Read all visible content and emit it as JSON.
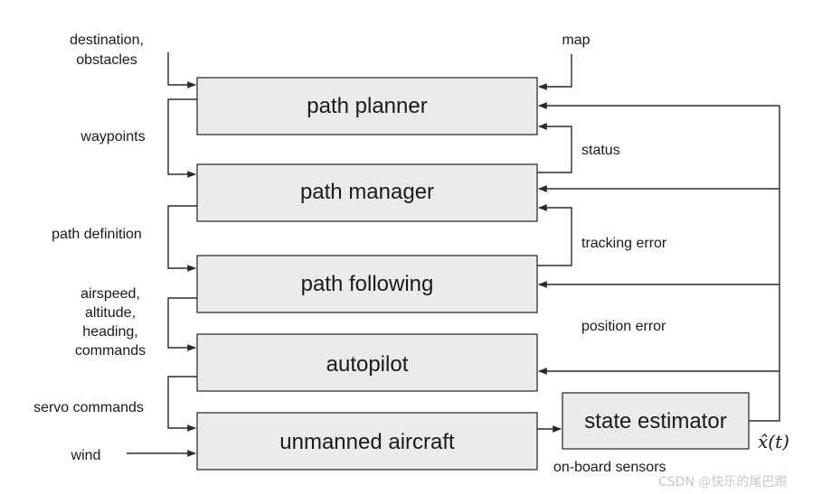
{
  "blocks": {
    "path_planner": "path planner",
    "path_manager": "path manager",
    "path_following": "path following",
    "autopilot": "autopilot",
    "unmanned_aircraft": "unmanned aircraft",
    "state_estimator": "state estimator"
  },
  "labels": {
    "destination_line1": "destination,",
    "destination_line2": "obstacles",
    "map": "map",
    "waypoints": "waypoints",
    "status": "status",
    "path_definition": "path definition",
    "tracking_error": "tracking error",
    "commands_line1": "airspeed,",
    "commands_line2": "altitude,",
    "commands_line3": "heading,",
    "commands_line4": "commands",
    "position_error": "position error",
    "servo_commands": "servo commands",
    "wind": "wind",
    "onboard_sensors": "on-board sensors",
    "state_estimate": "x̂(t)"
  },
  "watermark": "CSDN @快乐的尾巴跟",
  "colors": {
    "block_fill": "#ebebeb",
    "line": "#2a2a2a"
  }
}
